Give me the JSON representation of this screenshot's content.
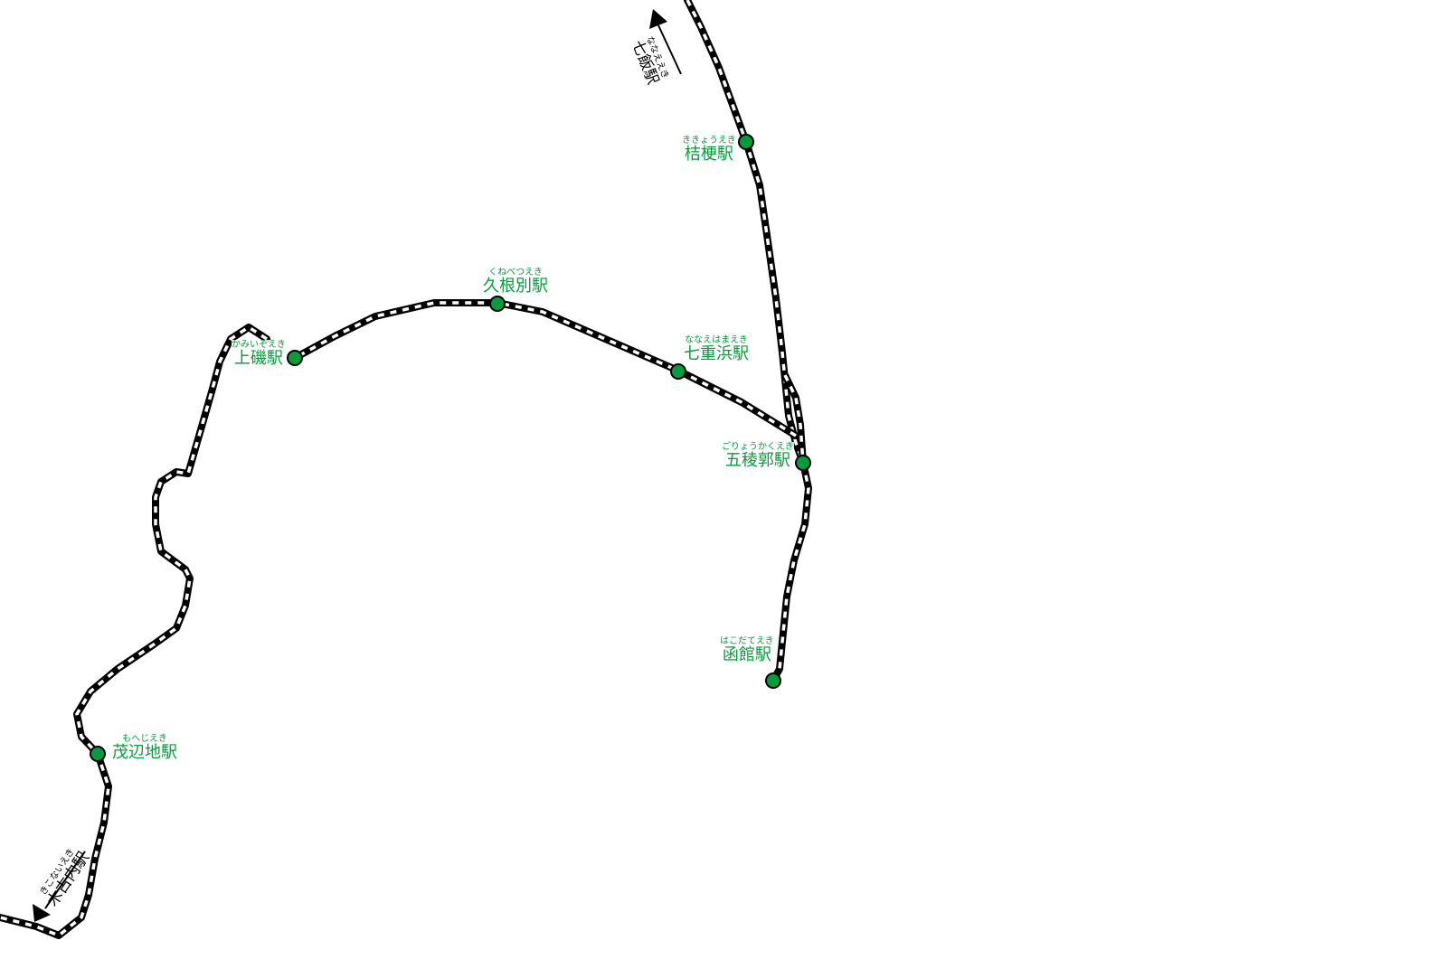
{
  "colors": {
    "station": "#0a9a3e",
    "track": "#000000"
  },
  "directions": {
    "north": {
      "name": "七飯駅",
      "kana": "ななええき"
    },
    "south": {
      "name": "木古内駅",
      "kana": "きこないえき"
    }
  },
  "stations": [
    {
      "id": "kikyo",
      "name": "桔梗駅",
      "kana": "ききょうえき"
    },
    {
      "id": "kunebetsu",
      "name": "久根別駅",
      "kana": "くねべつえき"
    },
    {
      "id": "kamiiso",
      "name": "上磯駅",
      "kana": "かみいそえき"
    },
    {
      "id": "nanaehama",
      "name": "七重浜駅",
      "kana": "ななえはまえき"
    },
    {
      "id": "goryokaku",
      "name": "五稜郭駅",
      "kana": "ごりょうかくえき"
    },
    {
      "id": "hakodate",
      "name": "函館駅",
      "kana": "はこだてえき"
    },
    {
      "id": "mohechi",
      "name": "茂辺地駅",
      "kana": "もへじえき"
    }
  ]
}
